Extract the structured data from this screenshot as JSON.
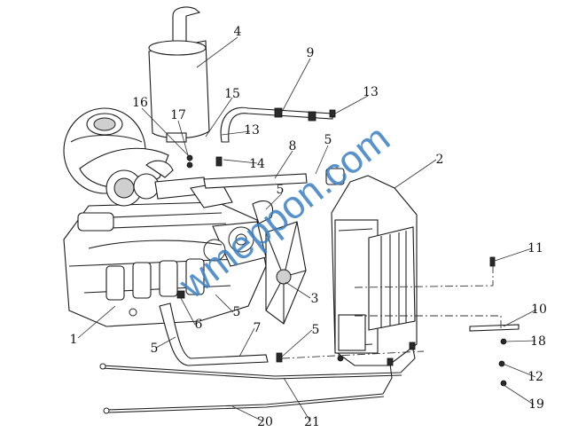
{
  "watermark": "wmeppon.com",
  "callouts": [
    {
      "id": "callout-1",
      "label": "1"
    },
    {
      "id": "callout-2",
      "label": "2"
    },
    {
      "id": "callout-3",
      "label": "3"
    },
    {
      "id": "callout-4",
      "label": "4"
    },
    {
      "id": "callout-5a",
      "label": "5"
    },
    {
      "id": "callout-5b",
      "label": "5"
    },
    {
      "id": "callout-5c",
      "label": "5"
    },
    {
      "id": "callout-5d",
      "label": "5"
    },
    {
      "id": "callout-5e",
      "label": "5"
    },
    {
      "id": "callout-6",
      "label": "6"
    },
    {
      "id": "callout-7",
      "label": "7"
    },
    {
      "id": "callout-8",
      "label": "8"
    },
    {
      "id": "callout-9",
      "label": "9"
    },
    {
      "id": "callout-10",
      "label": "10"
    },
    {
      "id": "callout-11",
      "label": "11"
    },
    {
      "id": "callout-12",
      "label": "12"
    },
    {
      "id": "callout-13a",
      "label": "13"
    },
    {
      "id": "callout-13b",
      "label": "13"
    },
    {
      "id": "callout-14",
      "label": "14"
    },
    {
      "id": "callout-15",
      "label": "15"
    },
    {
      "id": "callout-16",
      "label": "16"
    },
    {
      "id": "callout-17",
      "label": "17"
    },
    {
      "id": "callout-18",
      "label": "18"
    },
    {
      "id": "callout-19",
      "label": "19"
    },
    {
      "id": "callout-20",
      "label": "20"
    },
    {
      "id": "callout-21",
      "label": "21"
    }
  ]
}
